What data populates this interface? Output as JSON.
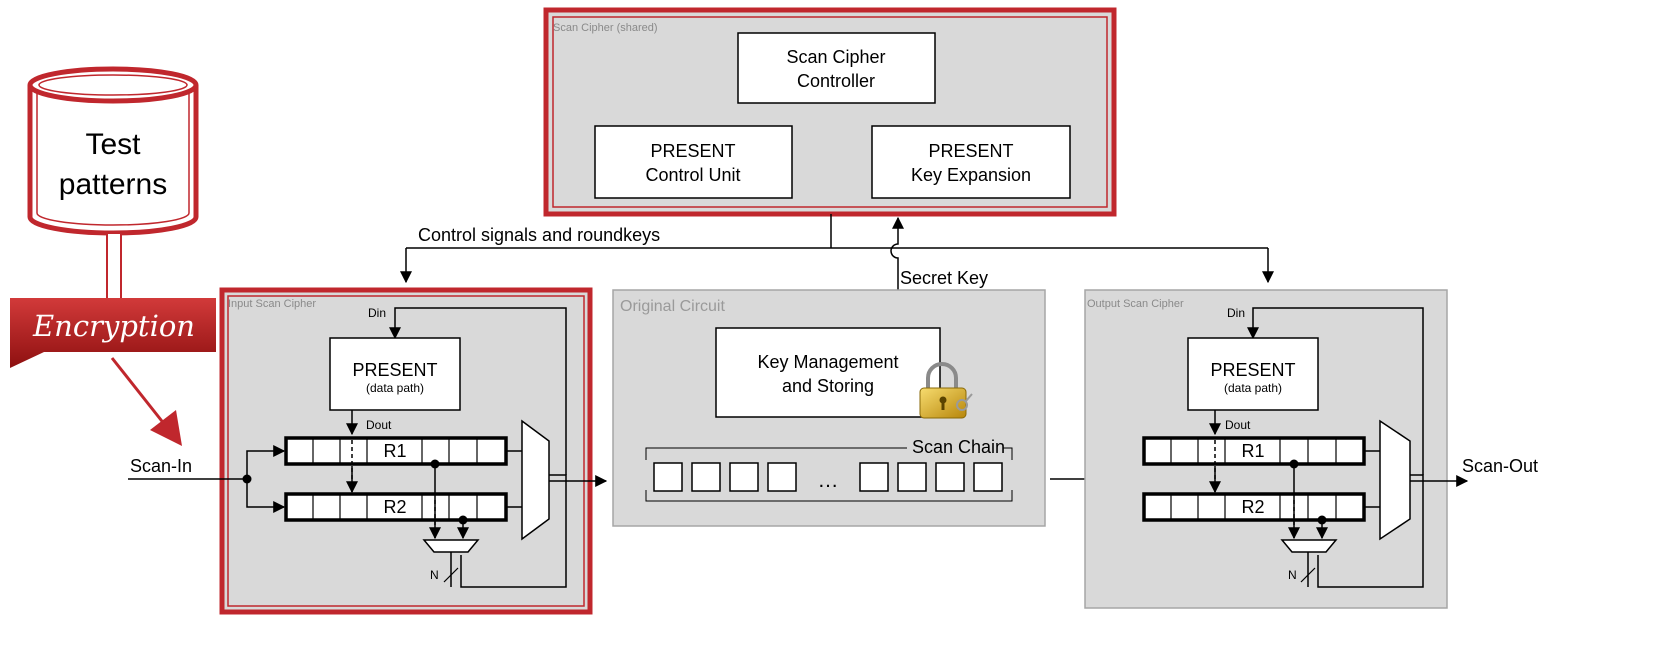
{
  "shared_cipher": {
    "title": "Scan Cipher (shared)",
    "controller": [
      "Scan Cipher",
      "Controller"
    ],
    "control_unit": [
      "PRESENT",
      "Control Unit"
    ],
    "key_expansion": [
      "PRESENT",
      "Key Expansion"
    ]
  },
  "signals": {
    "control": "Control signals and roundkeys",
    "secret_key": "Secret Key",
    "scan_in": "Scan-In",
    "scan_out": "Scan-Out"
  },
  "test_patterns": [
    "Test",
    "patterns"
  ],
  "encryption": "Encryption",
  "input_cipher": {
    "title": "Input Scan Cipher",
    "din": "Din",
    "dout": "Dout",
    "present": "PRESENT",
    "datapath": "(data path)",
    "r1": "R1",
    "r2": "R2",
    "n": "N"
  },
  "original": {
    "title": "Original Circuit",
    "key_mgmt": [
      "Key Management",
      "and Storing"
    ],
    "scan_chain": "Scan Chain",
    "ellipsis": "…"
  },
  "output_cipher": {
    "title": "Output Scan Cipher",
    "din": "Din",
    "dout": "Dout",
    "present": "PRESENT",
    "datapath": "(data path)",
    "r1": "R1",
    "r2": "R2",
    "n": "N"
  },
  "colors": {
    "accent_red": "#c0272d",
    "panel_gray": "#d9d9d9",
    "panel_border": "#a6a6a6"
  },
  "icons": [
    "database-cylinder-icon",
    "padlock-keys-icon"
  ]
}
